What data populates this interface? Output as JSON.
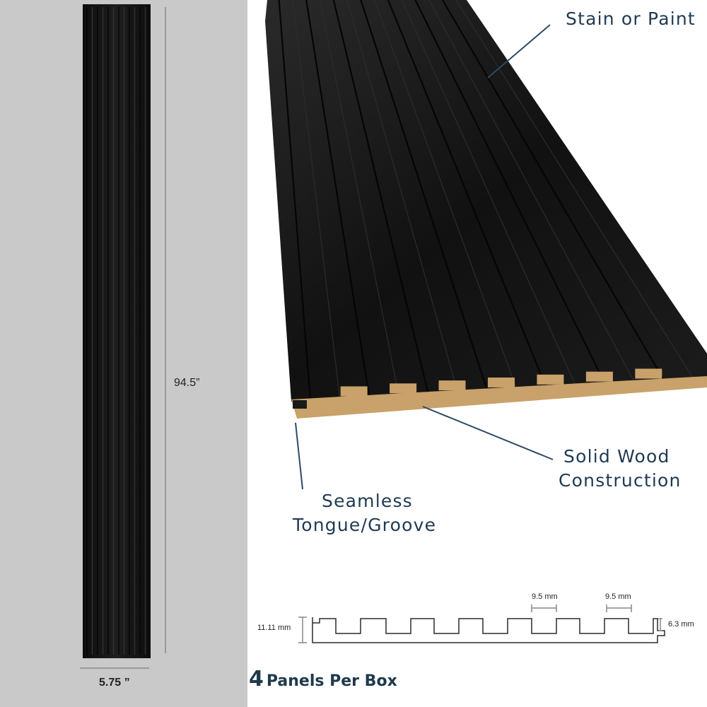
{
  "product": {
    "height_label": "94.5”",
    "width_label": "5.75 ”"
  },
  "callouts": {
    "finish": "Stain or Paint",
    "material_line1": "Solid Wood",
    "material_line2": "Construction",
    "joint_line1": "Seamless",
    "joint_line2": "Tongue/Groove"
  },
  "profile": {
    "thickness": "11.11 mm",
    "groove_depth": "6.3 mm",
    "groove_width_1": "9.5 mm",
    "groove_width_2": "9.5 mm"
  },
  "box": {
    "count": "4",
    "label": "Panels Per Box"
  },
  "colors": {
    "background_left": "#c9c9c9",
    "panel_black": "#151515",
    "wood_core": "#c9a16a",
    "callout_text": "#1f3a52",
    "leader_line": "#2f4a66"
  }
}
